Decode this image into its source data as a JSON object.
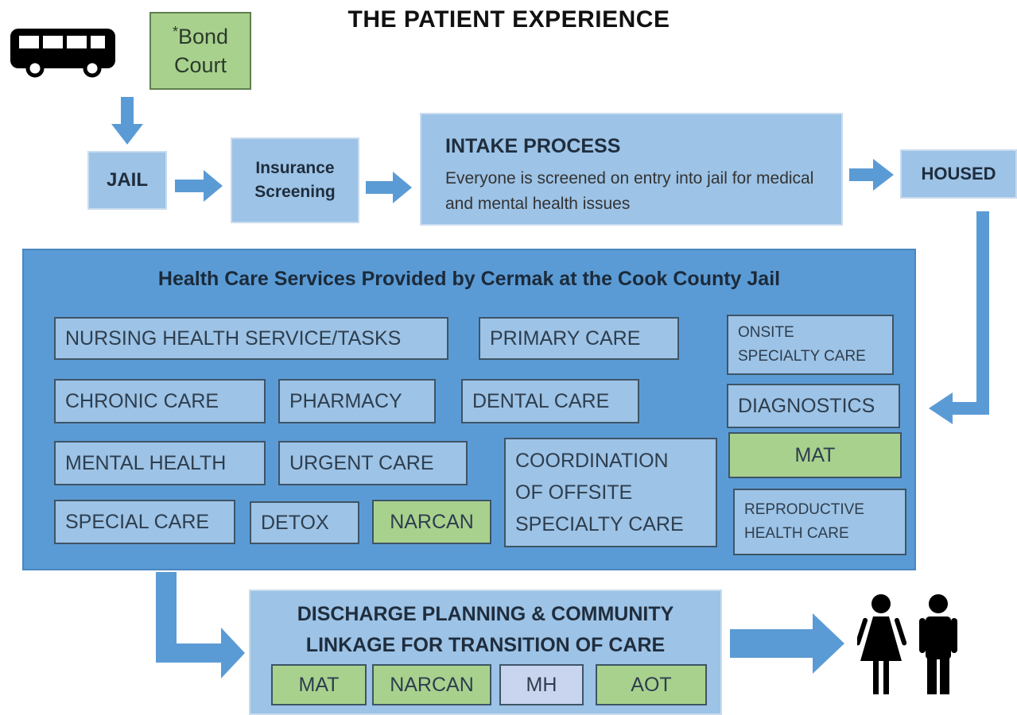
{
  "title": "THE PATIENT EXPERIENCE",
  "bond_court": {
    "star": "*",
    "line1": "Bond",
    "line2": "Court"
  },
  "flow": {
    "jail": "JAIL",
    "insurance_line1": "Insurance",
    "insurance_line2": "Screening",
    "intake_title": "INTAKE PROCESS",
    "intake_desc": "Everyone is screened on entry into jail for medical and mental health issues",
    "housed": "HOUSED"
  },
  "services": {
    "title": "Health Care Services Provided by Cermak at the Cook County Jail",
    "nursing": "NURSING HEALTH SERVICE/TASKS",
    "primary": "PRIMARY CARE",
    "onsite_line1": "ONSITE",
    "onsite_line2": "SPECIALTY CARE",
    "chronic": "CHRONIC CARE",
    "pharmacy": "PHARMACY",
    "dental": "DENTAL CARE",
    "diagnostics": "DIAGNOSTICS",
    "mental": "MENTAL HEALTH",
    "urgent": "URGENT CARE",
    "coord_line1": "COORDINATION",
    "coord_line2": "OF OFFSITE",
    "coord_line3": "SPECIALTY  CARE",
    "mat": "MAT",
    "special": "SPECIAL CARE",
    "detox": "DETOX",
    "narcan": "NARCAN",
    "repro_line1": "REPRODUCTIVE",
    "repro_line2": "HEALTH CARE"
  },
  "discharge": {
    "title_line1": "DISCHARGE PLANNING & COMMUNITY",
    "title_line2": "LINKAGE FOR TRANSITION OF CARE",
    "mat": "MAT",
    "narcan": "NARCAN",
    "mh": "MH",
    "aot": "AOT"
  },
  "colors": {
    "flow_box": "#9dc3e6",
    "services_panel": "#5b9bd5",
    "arrow": "#5b9bd5",
    "green_box": "#a9d18e",
    "lavender_box": "#c9d4ee"
  },
  "icons": {
    "bus": "bus-icon",
    "people": "people-icon"
  }
}
